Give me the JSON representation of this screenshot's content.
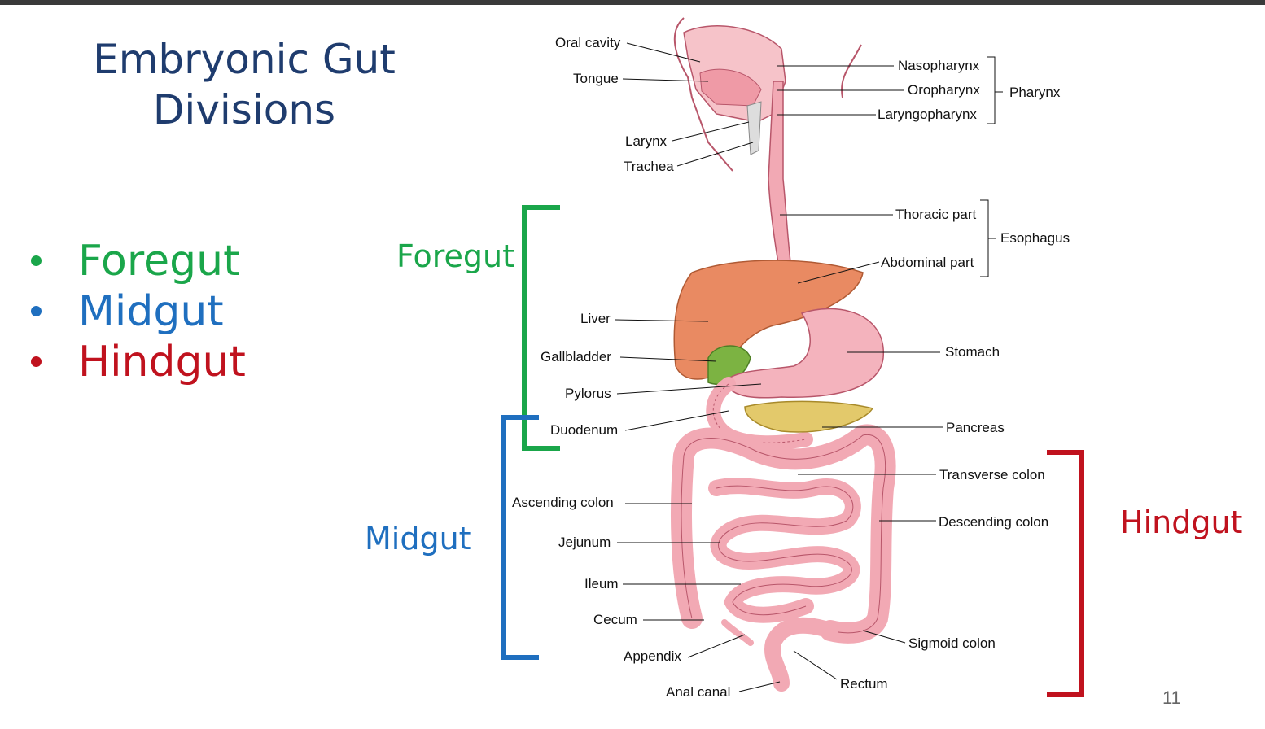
{
  "slide": {
    "title": "Embryonic Gut Divisions",
    "page_number": "11"
  },
  "bullets": [
    {
      "label": "Foregut",
      "color": "#1aa64a"
    },
    {
      "label": "Midgut",
      "color": "#1f6fbf"
    },
    {
      "label": "Hindgut",
      "color": "#c0121e"
    }
  ],
  "regions": {
    "foregut": {
      "label": "Foregut",
      "color": "#1aa64a"
    },
    "midgut": {
      "label": "Midgut",
      "color": "#1f6fbf"
    },
    "hindgut": {
      "label": "Hindgut",
      "color": "#c0121e"
    }
  },
  "labels": {
    "oral_cavity": "Oral cavity",
    "tongue": "Tongue",
    "larynx": "Larynx",
    "trachea": "Trachea",
    "nasopharynx": "Nasopharynx",
    "oropharynx": "Oropharynx",
    "laryngopharynx": "Laryngopharynx",
    "pharynx": "Pharynx",
    "thoracic_part": "Thoracic part",
    "abdominal_part": "Abdominal part",
    "esophagus": "Esophagus",
    "liver": "Liver",
    "gallbladder": "Gallbladder",
    "pylorus": "Pylorus",
    "duodenum": "Duodenum",
    "stomach": "Stomach",
    "pancreas": "Pancreas",
    "transverse_colon": "Transverse colon",
    "ascending_colon": "Ascending colon",
    "descending_colon": "Descending colon",
    "jejunum": "Jejunum",
    "ileum": "Ileum",
    "cecum": "Cecum",
    "appendix": "Appendix",
    "sigmoid_colon": "Sigmoid colon",
    "rectum": "Rectum",
    "anal_canal": "Anal canal"
  },
  "colors": {
    "title": "#1f3c6e",
    "gut_tissue": "#f2a9b4",
    "gut_outline": "#b8566a",
    "liver": "#e98a62",
    "gallbladder": "#7cb342",
    "pancreas": "#e3c96b"
  }
}
